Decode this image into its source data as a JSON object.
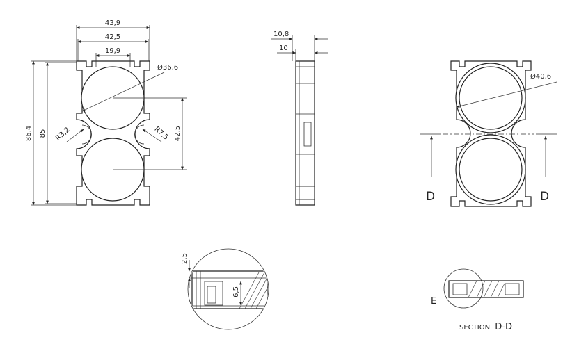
{
  "front_view": {
    "dim_overall_width": "43,9",
    "dim_inner_width": "42,5",
    "dim_slot_width": "19,9",
    "dim_hole_diameter": "Ø36,6",
    "dim_overall_height": "86,4",
    "dim_inner_height": "85",
    "dim_pitch": "42,5",
    "dim_radius_small": "R3,2",
    "dim_radius_large": "R7,5"
  },
  "side_view": {
    "dim_total_thickness": "10,8",
    "dim_body_thickness": "10"
  },
  "back_view": {
    "dim_ring_diameter": "Ø40,6",
    "section_label_left": "D",
    "section_label_right": "D"
  },
  "detail_view": {
    "dim_step": "2,5",
    "dim_depth": "6,5"
  },
  "section_view": {
    "detail_label": "E",
    "caption_prefix": "SECTION",
    "caption_id": "D-D"
  },
  "colors": {
    "line": "#222222",
    "background": "#ffffff"
  }
}
